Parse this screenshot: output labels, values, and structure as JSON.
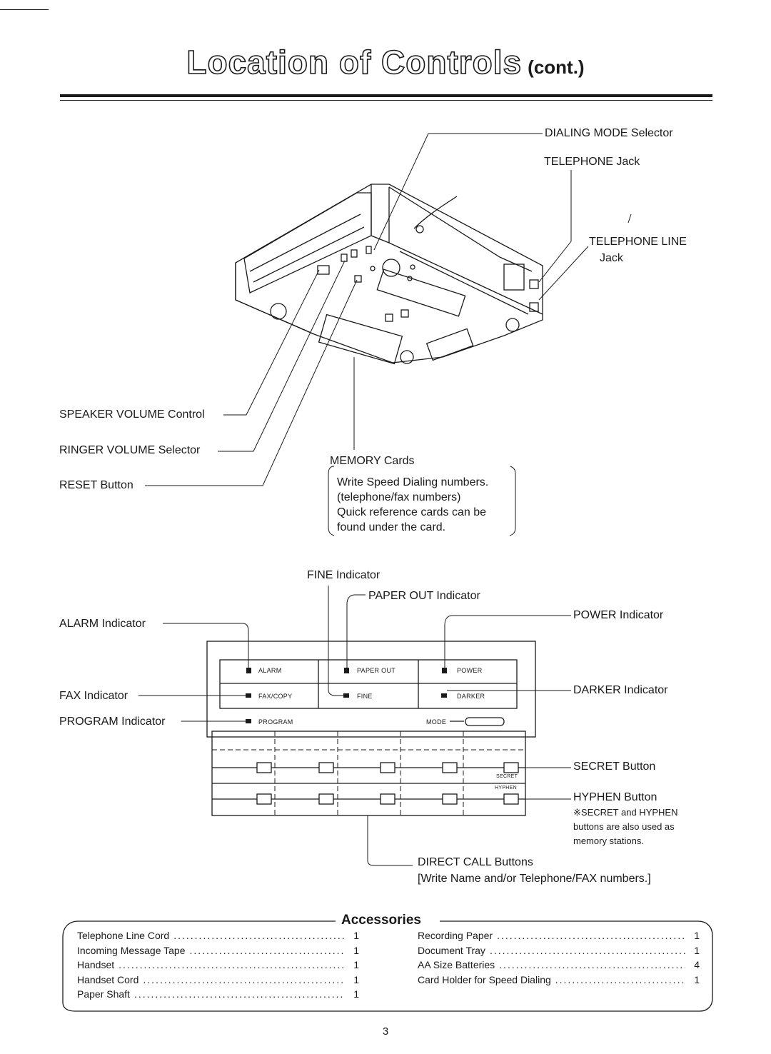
{
  "title": {
    "main": "Location of Controls",
    "cont": "(cont.)"
  },
  "callouts": {
    "dialing_mode": "DIALING MODE Selector",
    "telephone_jack": "TELEPHONE Jack",
    "telephone_line_1": "TELEPHONE LINE",
    "telephone_line_2": "Jack",
    "speaker_volume": "SPEAKER VOLUME Control",
    "ringer_volume": "RINGER VOLUME Selector",
    "reset": "RESET Button",
    "memory_cards": "MEMORY Cards",
    "memory_note": [
      "Write Speed Dialing numbers.",
      "(telephone/fax numbers)",
      "Quick reference cards can be",
      "found under the card."
    ],
    "fine": "FINE Indicator",
    "paper_out": "PAPER OUT Indicator",
    "alarm": "ALARM Indicator",
    "power": "POWER Indicator",
    "fax": "FAX Indicator",
    "darker": "DARKER Indicator",
    "program": "PROGRAM Indicator",
    "secret": "SECRET Button",
    "hyphen": "HYPHEN Button",
    "secret_note": [
      "※SECRET and HYPHEN",
      "buttons are also used as",
      "memory stations."
    ],
    "direct_call": "DIRECT CALL Buttons",
    "direct_call_note": "[Write Name and/or Telephone/FAX numbers.]"
  },
  "panel": {
    "alarm": "ALARM",
    "paper_out": "PAPER OUT",
    "power": "POWER",
    "fax_copy": "FAX/COPY",
    "fine": "FINE",
    "darker": "DARKER",
    "program": "PROGRAM",
    "mode": "MODE",
    "secret": "SECRET",
    "hyphen": "HYPHEN"
  },
  "accessories": {
    "title": "Accessories",
    "left": [
      {
        "name": "Telephone Line Cord",
        "qty": "1"
      },
      {
        "name": "Incoming Message Tape",
        "qty": "1"
      },
      {
        "name": "Handset",
        "qty": "1"
      },
      {
        "name": "Handset Cord",
        "qty": "1"
      },
      {
        "name": "Paper Shaft",
        "qty": "1"
      }
    ],
    "right": [
      {
        "name": "Recording Paper",
        "qty": "1"
      },
      {
        "name": "Document Tray",
        "qty": "1"
      },
      {
        "name": "AA Size Batteries",
        "qty": "4"
      },
      {
        "name": "Card Holder for Speed Dialing",
        "qty": "1"
      }
    ]
  },
  "page_number": "3"
}
